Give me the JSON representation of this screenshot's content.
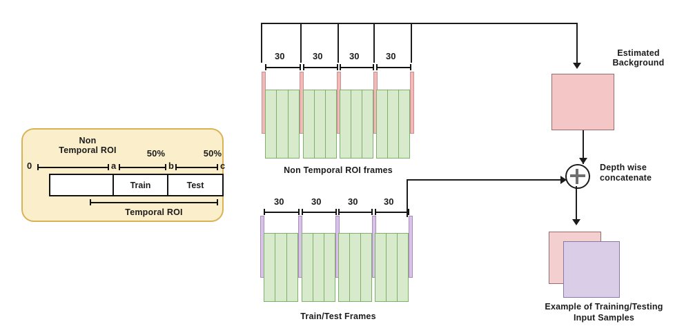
{
  "roi_panel": {
    "non_temporal_label": "Non\nTemporal ROI",
    "non_temporal_line1": "Non",
    "non_temporal_line2": "Temporal ROI",
    "percent_train": "50%",
    "percent_test": "50%",
    "marks": {
      "start": "0",
      "a": "a",
      "b": "b",
      "c": "c"
    },
    "cells": [
      {
        "label": ""
      },
      {
        "label": "Train"
      },
      {
        "label": "Test"
      }
    ],
    "temporal_label": "Temporal ROI",
    "fill_color": "#fbeecb",
    "border_color": "#d9b256"
  },
  "top_strip": {
    "caption": "Non Temporal ROI frames",
    "group_counts": [
      "30",
      "30",
      "30",
      "30"
    ],
    "groups": 4,
    "frames_per_group": 3,
    "separator_color": "#f2b9b9",
    "frame_color": "#d7ebcc"
  },
  "bottom_strip": {
    "caption": "Train/Test Frames",
    "group_counts": [
      "30",
      "30",
      "30",
      "30"
    ],
    "groups": 4,
    "frames_per_group": 3,
    "separator_color": "#d8c2e8",
    "frame_color": "#d7ebcc"
  },
  "right_column": {
    "background_label_line1": "Estimated",
    "background_label_line2": "Background",
    "background_color": "#f4c6c6",
    "concat_label_line1": "Depth wise",
    "concat_label_line2": "concatenate",
    "concat_symbol": "plus-circle",
    "sample_label_line1": "Example of Training/Testing",
    "sample_label_line2": "Input Samples",
    "sample_back_color": "#f4cfcf",
    "sample_front_color": "#d9cde8"
  }
}
